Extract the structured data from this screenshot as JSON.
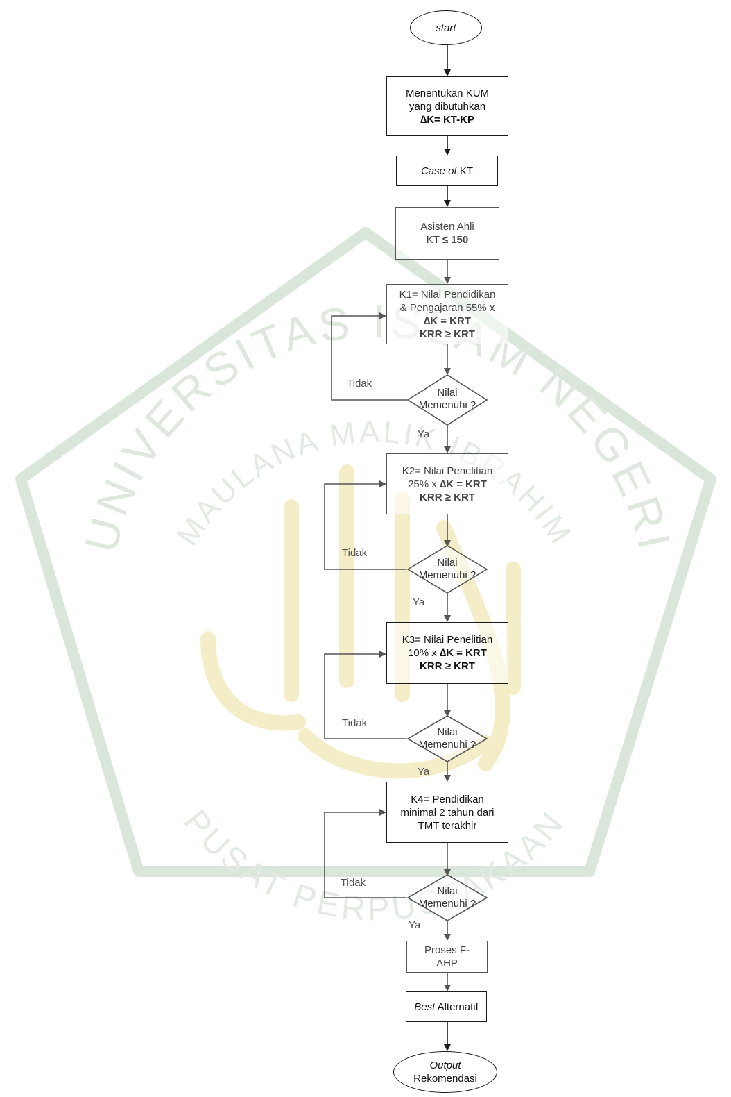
{
  "watermark": {
    "outer_text": "UNIVERSITAS ISLAM NEGERI",
    "inner_text": "MAULANA MALIK IBRAHIM",
    "bottom_text": "PUSAT PERPUSTAKAAN"
  },
  "start": "start",
  "kum": {
    "line1": "Menentukan KUM",
    "line2": "yang dibutuhkan",
    "line3": "∆K= KT-KP"
  },
  "case": {
    "italic": "Case of",
    "plain": " KT"
  },
  "asisten": {
    "line1": "Asisten Ahli",
    "line2_plain": "KT ",
    "line2_bold": "≤ 150"
  },
  "k1": {
    "line1": "K1= Nilai Pendidikan",
    "line2": "& Pengajaran 55% x",
    "line3": "∆K = KRT",
    "line4": "KRR ≥ KRT"
  },
  "k2": {
    "line1": "K2= Nilai Penelitian",
    "line2_plain": "25% x ",
    "line2_bold": "∆K = KRT",
    "line3": "KRR ≥ KRT"
  },
  "k3": {
    "line1": "K3= Nilai Penelitian",
    "line2_plain": "10% x ",
    "line2_bold": "∆K = KRT",
    "line3": "KRR ≥ KRT"
  },
  "k4": {
    "line1": "K4= Pendidikan",
    "line2": "minimal 2 tahun dari",
    "line3": "TMT terakhir"
  },
  "decision": {
    "line1": "Nilai",
    "line2": "Memenuhi ?"
  },
  "labels": {
    "no": "Tidak",
    "yes": "Ya"
  },
  "fahp": {
    "line1": "Proses F-",
    "line2": "AHP"
  },
  "best": {
    "italic": "Best",
    "plain": " Alternatif"
  },
  "output": {
    "line1": "Output",
    "line2": "Rekomendasi"
  }
}
